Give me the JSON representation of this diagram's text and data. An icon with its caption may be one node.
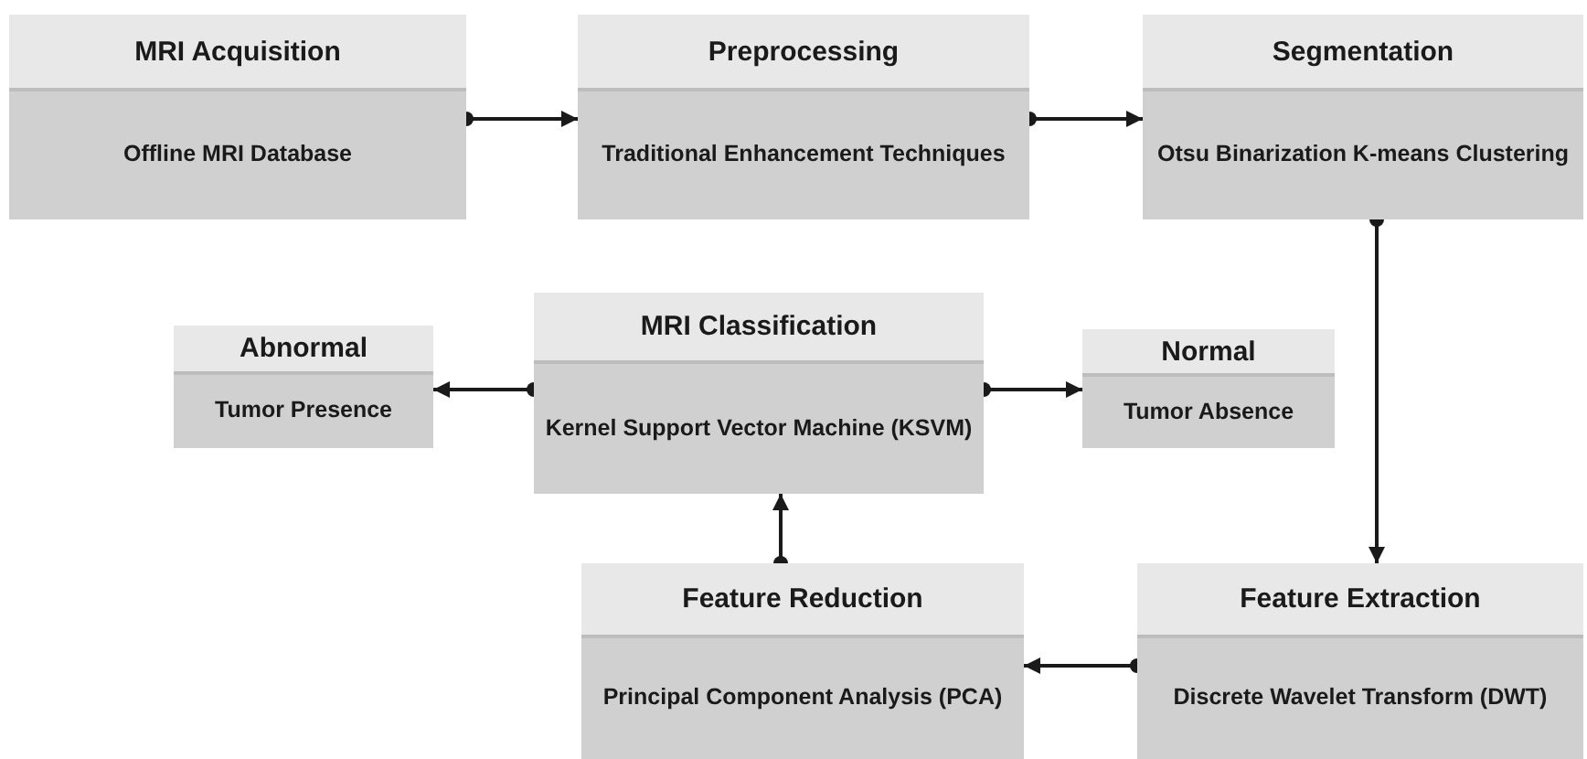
{
  "diagram": {
    "nodes": [
      {
        "text": [
          "MRI Acquisition",
          "Offline MRI Database"
        ]
      },
      {
        "text": [
          "Preprocessing",
          "Traditional Enhancement Techniques"
        ]
      },
      {
        "text": [
          "Segmentation",
          "Otsu Binarization K-means Clustering"
        ]
      },
      {
        "text": [
          "Abnormal",
          "Tumor Presence"
        ]
      },
      {
        "text": [
          "MRI Classification",
          "Kernel Support Vector Machine (KSVM)"
        ]
      },
      {
        "text": [
          "Normal",
          "Tumor Absence"
        ]
      },
      {
        "text": [
          "Feature Reduction",
          "Principal Component Analysis (PCA)"
        ]
      },
      {
        "text": [
          "Feature Extraction",
          "Discrete Wavelet Transform (DWT)"
        ]
      }
    ],
    "edges": [
      {
        "from": 0,
        "to": 1,
        "arrow": "to"
      },
      {
        "from": 1,
        "to": 2,
        "arrow": "to"
      },
      {
        "from": 2,
        "to": 7,
        "arrow": "to"
      },
      {
        "from": 7,
        "to": 6,
        "arrow": "to"
      },
      {
        "from": 6,
        "to": 4,
        "arrow": "to"
      },
      {
        "from": 4,
        "to": 3,
        "arrow": "to"
      },
      {
        "from": 4,
        "to": 5,
        "arrow": "to"
      }
    ]
  }
}
